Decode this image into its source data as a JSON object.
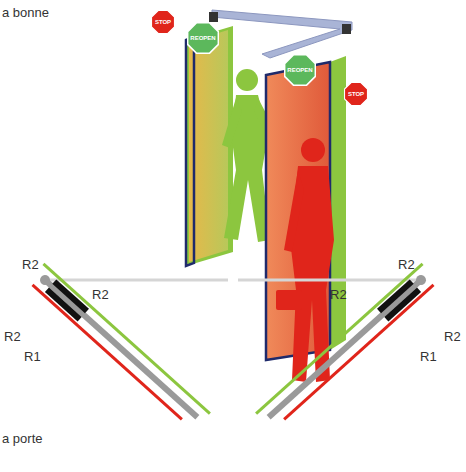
{
  "diagram": {
    "nodes": [
      {
        "text": [
          "STOP"
        ]
      },
      {
        "text": [
          "REOPEN"
        ]
      },
      {
        "text": [
          "REOPEN"
        ]
      },
      {
        "text": [
          "STOP"
        ]
      }
    ],
    "labels": [
      "a bonne",
      "R2",
      "R2",
      "R2",
      "R1",
      "R2",
      "R2",
      "R2",
      "R1",
      "a porte"
    ]
  }
}
